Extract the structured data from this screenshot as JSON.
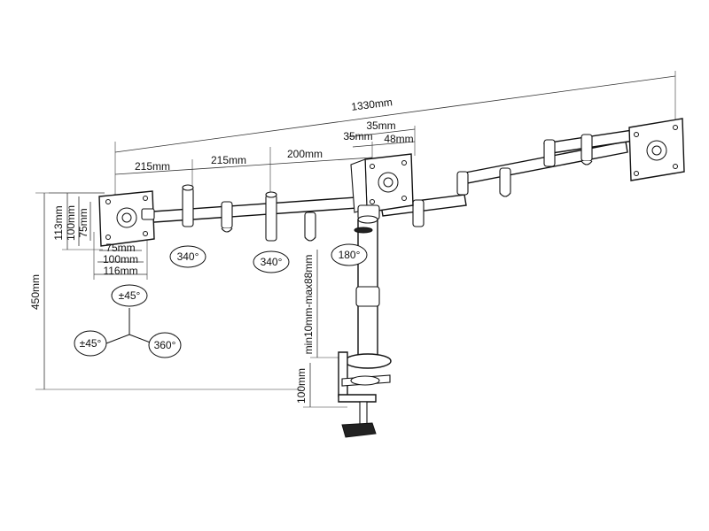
{
  "dimensions": {
    "total_width": "1330mm",
    "arm_segment_1": "215mm",
    "arm_segment_2": "215mm",
    "arm_segment_3": "200mm",
    "offset_a": "35mm",
    "offset_b": "35mm",
    "offset_c": "48mm",
    "vesa_h_113": "113mm",
    "vesa_h_100": "100mm",
    "vesa_h_75": "75mm",
    "vesa_w_75": "75mm",
    "vesa_w_100": "100mm",
    "vesa_w_116": "116mm",
    "total_height": "450mm",
    "pole_clamp_range": "min10mm-max88mm",
    "clamp_height": "100mm"
  },
  "rotations": {
    "arm_left": "340°",
    "arm_middle": "340°",
    "center_head": "180°",
    "tilt": "±45°",
    "swivel": "±45°",
    "spin": "360°"
  }
}
